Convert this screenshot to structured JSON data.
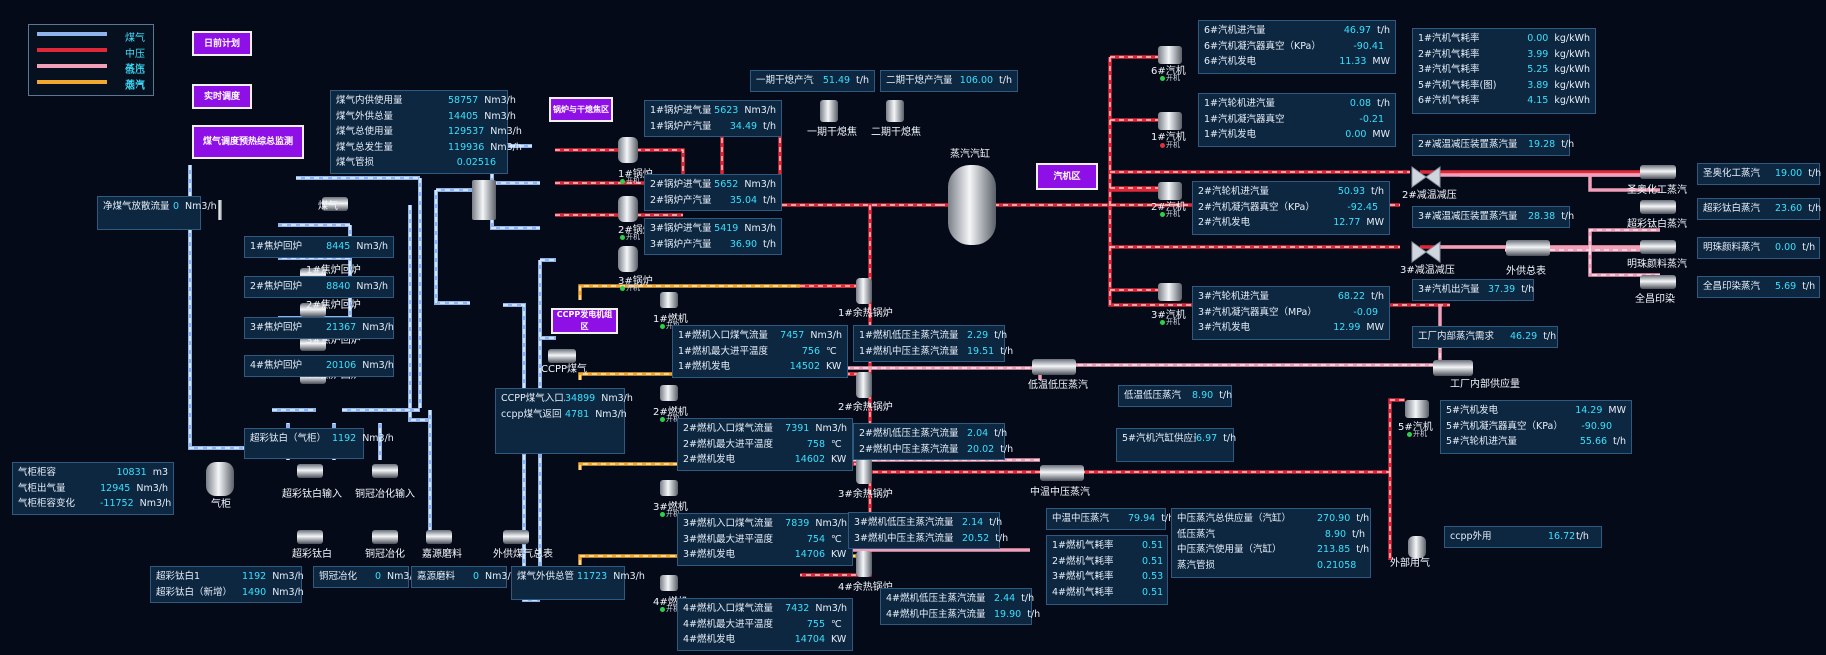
{
  "legend": [
    "煤气",
    "中压蒸汽",
    "低压蒸汽",
    "烟气"
  ],
  "buttons": {
    "daily_plan": "日前计划",
    "realtime_dispatch": "实时调度",
    "gas_monitor": "煤气调度预热综总监测",
    "boiler_area": "锅炉与干熄焦区",
    "ccpp_area": "CCPP发电机组区",
    "turbine_area": "汽机区"
  },
  "labels": {
    "gas": "煤气",
    "coke1": "1#焦炉回炉",
    "coke2": "2#焦炉回炉",
    "coke3": "3#焦炉回炉",
    "coke4": "4#焦炉回炉",
    "ccpp_gas": "CCPP煤气",
    "gasholder": "气柜",
    "sti_input": "超彩钛白输入",
    "cu_input": "铜冠冶化输入",
    "sti": "超彩钛白",
    "cu": "铜冠冶化",
    "jialin": "嘉源磨料",
    "ext_gas": "外供煤气总表",
    "boiler1": "1#锅炉",
    "boiler2": "2#锅炉",
    "boiler3": "3#锅炉",
    "dry1": "一期干熄焦",
    "dry2": "二期干熄焦",
    "drum": "蒸汽汽缸",
    "gt1": "1#燃机",
    "gt2": "2#燃机",
    "gt3": "3#燃机",
    "gt4": "4#燃机",
    "hrsg1": "1#余热锅炉",
    "hrsg2": "2#余热锅炉",
    "hrsg3": "3#余热锅炉",
    "hrsg4": "4#余热锅炉",
    "lp_header": "低温低压蒸汽",
    "mp_header": "中温中压蒸汽",
    "st6": "6#汽机",
    "st1": "1#汽机",
    "st2": "2#汽机",
    "st3": "3#汽机",
    "st5": "5#汽机",
    "desuper2": "2#减温减压",
    "desuper3": "3#减温减压",
    "ext_supply": "外供总表",
    "plant_supply": "工厂内部供应量",
    "ext_gas_use": "外部用气",
    "sheng_steam": "圣奥化工蒸汽",
    "cai_steam": "超彩钛白蒸汽",
    "ming_steam": "明珠颜料蒸汽",
    "print_steam": "全昌印染",
    "running": "开机"
  },
  "panels": [
    {
      "id": "gas-summary",
      "rows": [
        [
          "煤气内供使用量",
          "58757",
          "Nm3/h"
        ],
        [
          "煤气外供总量",
          "14405",
          "Nm3/h"
        ],
        [
          "煤气总使用量",
          "129537",
          "Nm3/h"
        ],
        [
          "煤气总发生量",
          "119936",
          "Nm3/h"
        ],
        [
          "煤气管损",
          "0.02516",
          ""
        ]
      ]
    },
    {
      "id": "net-gas-release",
      "rows": [
        [
          "净煤气放散流量",
          "0",
          "Nm3/h"
        ]
      ]
    },
    {
      "id": "coke1",
      "rows": [
        [
          "1#焦炉回炉",
          "8445",
          "Nm3/h"
        ]
      ]
    },
    {
      "id": "coke2",
      "rows": [
        [
          "2#焦炉回炉",
          "8840",
          "Nm3/h"
        ]
      ]
    },
    {
      "id": "coke3",
      "rows": [
        [
          "3#焦炉回炉",
          "21367",
          "Nm3/h"
        ]
      ]
    },
    {
      "id": "coke4",
      "rows": [
        [
          "4#焦炉回炉",
          "20106",
          "Nm3/h"
        ]
      ]
    },
    {
      "id": "sti-gasholder",
      "rows": [
        [
          "超彩钛白（气柜）",
          "1192",
          "Nm3/h"
        ]
      ]
    },
    {
      "id": "gasholder",
      "rows": [
        [
          "气柜柜容",
          "10831",
          "m3"
        ],
        [
          "气柜出气量",
          "12945",
          "Nm3/h"
        ],
        [
          "气柜柜容变化",
          "-11752",
          "Nm3/h"
        ]
      ]
    },
    {
      "id": "sti-detail",
      "rows": [
        [
          "超彩钛白1",
          "1192",
          "Nm3/h"
        ],
        [
          "超彩钛白（新增）",
          "1490",
          "Nm3/h"
        ]
      ]
    },
    {
      "id": "cu",
      "rows": [
        [
          "铜冠冶化",
          "0",
          "Nm3/h"
        ]
      ]
    },
    {
      "id": "jialin",
      "rows": [
        [
          "嘉源磨料",
          "0",
          "Nm3/h"
        ]
      ]
    },
    {
      "id": "ext-gas-pipe",
      "rows": [
        [
          "煤气外供总管",
          "11723",
          "Nm3/h"
        ]
      ]
    },
    {
      "id": "ccpp-gas",
      "rows": [
        [
          "CCPP煤气入口总管流量",
          "34899",
          "Nm3/h"
        ],
        [
          "ccpp煤气返回",
          "4781",
          "Nm3/h"
        ]
      ]
    },
    {
      "id": "boiler1",
      "rows": [
        [
          "1#锅炉进气量",
          "5623",
          "Nm3/h"
        ],
        [
          "1#锅炉产汽量",
          "34.49",
          "t/h"
        ]
      ]
    },
    {
      "id": "boiler2",
      "rows": [
        [
          "2#锅炉进气量",
          "5652",
          "Nm3/h"
        ],
        [
          "2#锅炉产汽量",
          "35.04",
          "t/h"
        ]
      ]
    },
    {
      "id": "boiler3",
      "rows": [
        [
          "3#锅炉进气量",
          "5419",
          "Nm3/h"
        ],
        [
          "3#锅炉产汽量",
          "36.90",
          "t/h"
        ]
      ]
    },
    {
      "id": "dry1",
      "rows": [
        [
          "一期干熄产汽量",
          "51.49",
          "t/h"
        ]
      ]
    },
    {
      "id": "dry2",
      "rows": [
        [
          "二期干熄产汽量",
          "106.00",
          "t/h"
        ]
      ]
    },
    {
      "id": "gt1",
      "rows": [
        [
          "1#燃机入口煤气流量",
          "7457",
          "Nm3/h"
        ],
        [
          "1#燃机最大进平温度",
          "756",
          "℃"
        ],
        [
          "1#燃机发电",
          "14502",
          "KW"
        ]
      ]
    },
    {
      "id": "hrsg1",
      "rows": [
        [
          "1#燃机低压主蒸汽流量",
          "2.29",
          "t/h"
        ],
        [
          "1#燃机中压主蒸汽流量",
          "19.51",
          "t/h"
        ]
      ]
    },
    {
      "id": "gt2",
      "rows": [
        [
          "2#燃机入口煤气流量",
          "7391",
          "Nm3/h"
        ],
        [
          "2#燃机最大进平温度",
          "758",
          "℃"
        ],
        [
          "2#燃机发电",
          "14602",
          "KW"
        ]
      ]
    },
    {
      "id": "hrsg2",
      "rows": [
        [
          "2#燃机低压主蒸汽流量",
          "2.04",
          "t/h"
        ],
        [
          "2#燃机中压主蒸汽流量",
          "20.02",
          "t/h"
        ]
      ]
    },
    {
      "id": "gt3",
      "rows": [
        [
          "3#燃机入口煤气流量",
          "7839",
          "Nm3/h"
        ],
        [
          "3#燃机最大进平温度",
          "754",
          "℃"
        ],
        [
          "3#燃机发电",
          "14706",
          "KW"
        ]
      ]
    },
    {
      "id": "hrsg3",
      "rows": [
        [
          "3#燃机低压主蒸汽流量",
          "2.14",
          "t/h"
        ],
        [
          "3#燃机中压主蒸汽流量",
          "20.52",
          "t/h"
        ]
      ]
    },
    {
      "id": "gt4",
      "rows": [
        [
          "4#燃机入口煤气流量",
          "7432",
          "Nm3/h"
        ],
        [
          "4#燃机最大进平温度",
          "755",
          "℃"
        ],
        [
          "4#燃机发电",
          "14704",
          "KW"
        ]
      ]
    },
    {
      "id": "hrsg4",
      "rows": [
        [
          "4#燃机低压主蒸汽流量",
          "2.44",
          "t/h"
        ],
        [
          "4#燃机中压主蒸汽流量",
          "19.90",
          "t/h"
        ]
      ]
    },
    {
      "id": "st6",
      "rows": [
        [
          "6#汽机进汽量",
          "46.97",
          "t/h"
        ],
        [
          "6#汽机凝汽器真空（KPa）",
          "-90.41",
          ""
        ],
        [
          "6#汽机发电",
          "11.33",
          "MW"
        ]
      ]
    },
    {
      "id": "st1",
      "rows": [
        [
          "1#汽轮机进汽量",
          "0.08",
          "t/h"
        ],
        [
          "1#汽机凝汽器真空",
          "-0.21",
          ""
        ],
        [
          "1#汽机发电",
          "0.00",
          "MW"
        ]
      ]
    },
    {
      "id": "st2",
      "rows": [
        [
          "2#汽轮机进汽量",
          "50.93",
          "t/h"
        ],
        [
          "2#汽机凝汽器真空（KPa）",
          "-92.45",
          ""
        ],
        [
          "2#汽机发电",
          "12.77",
          "MW"
        ]
      ]
    },
    {
      "id": "st3",
      "rows": [
        [
          "3#汽轮机进汽量",
          "68.22",
          "t/h"
        ],
        [
          "3#汽机凝汽器真空（MPa）",
          "-0.09",
          ""
        ],
        [
          "3#汽机发电",
          "12.99",
          "MW"
        ]
      ]
    },
    {
      "id": "steam-rate",
      "rows": [
        [
          "1#汽机气耗率",
          "0.00",
          "kg/kWh"
        ],
        [
          "2#汽机气耗率",
          "3.99",
          "kg/kWh"
        ],
        [
          "3#汽机气耗率",
          "5.25",
          "kg/kWh"
        ],
        [
          "5#汽机气耗率(图)",
          "3.89",
          "kg/kWh"
        ],
        [
          "6#汽机气耗率",
          "4.15",
          "kg/kWh"
        ]
      ]
    },
    {
      "id": "desuper2",
      "rows": [
        [
          "2#减温减压装置蒸汽量",
          "19.28",
          "t/h"
        ]
      ]
    },
    {
      "id": "desuper3",
      "rows": [
        [
          "3#减温减压装置蒸汽量",
          "28.38",
          "t/h"
        ]
      ]
    },
    {
      "id": "st3-out",
      "rows": [
        [
          "3#汽机出汽量",
          "37.39",
          "t/h"
        ]
      ]
    },
    {
      "id": "plant-demand",
      "rows": [
        [
          "工厂内部蒸汽需求",
          "46.29",
          "t/h"
        ]
      ]
    },
    {
      "id": "sheng",
      "rows": [
        [
          "圣奥化工蒸汽",
          "19.00",
          "t/h"
        ]
      ]
    },
    {
      "id": "cai",
      "rows": [
        [
          "超彩钛白蒸汽",
          "23.60",
          "t/h"
        ]
      ]
    },
    {
      "id": "ming",
      "rows": [
        [
          "明珠颜料蒸汽",
          "0.00",
          "t/h"
        ]
      ]
    },
    {
      "id": "quanchang",
      "rows": [
        [
          "全昌印染蒸汽",
          "5.69",
          "t/h"
        ]
      ]
    },
    {
      "id": "lp-steam",
      "rows": [
        [
          "低温低压蒸汽",
          "8.90",
          "t/h"
        ]
      ]
    },
    {
      "id": "st5-supply",
      "rows": [
        [
          "5#汽机汽缸供应量",
          "6.97",
          "t/h"
        ]
      ]
    },
    {
      "id": "st5",
      "rows": [
        [
          "5#汽机发电",
          "14.29",
          "MW"
        ],
        [
          "5#汽机凝汽器真空（KPa）",
          "-90.90",
          ""
        ],
        [
          "5#汽轮机进汽量",
          "55.66",
          "t/h"
        ]
      ]
    },
    {
      "id": "mp-steam",
      "rows": [
        [
          "中温中压蒸汽",
          "79.94",
          "t/h"
        ]
      ]
    },
    {
      "id": "gt-rate",
      "rows": [
        [
          "1#燃机气耗率",
          "0.51",
          ""
        ],
        [
          "2#燃机气耗率",
          "0.51",
          ""
        ],
        [
          "3#燃机气耗率",
          "0.53",
          ""
        ],
        [
          "4#燃机气耗率",
          "0.51",
          ""
        ]
      ]
    },
    {
      "id": "mp-balance",
      "rows": [
        [
          "中压蒸汽总供应量（汽缸）",
          "270.90",
          "t/h"
        ],
        [
          "低压蒸汽",
          "8.90",
          "t/h"
        ],
        [
          "中压蒸汽使用量（汽缸）",
          "213.85",
          "t/h"
        ],
        [
          "蒸汽管损",
          "0.21058",
          ""
        ]
      ]
    },
    {
      "id": "ccpp-ext",
      "rows": [
        [
          "ccpp外用",
          "16.72",
          "t/h"
        ]
      ]
    }
  ]
}
